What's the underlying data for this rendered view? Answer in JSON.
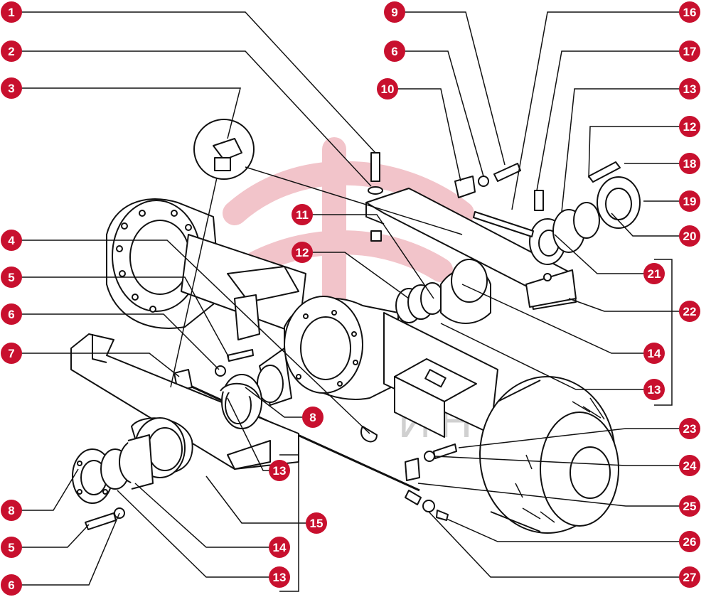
{
  "callouts": [
    {
      "id": "c-left-1",
      "label": "1"
    },
    {
      "id": "c-left-2",
      "label": "2"
    },
    {
      "id": "c-left-3",
      "label": "3"
    },
    {
      "id": "c-left-4",
      "label": "4"
    },
    {
      "id": "c-left-5a",
      "label": "5"
    },
    {
      "id": "c-left-6a",
      "label": "6"
    },
    {
      "id": "c-left-7",
      "label": "7"
    },
    {
      "id": "c-left-8b",
      "label": "8"
    },
    {
      "id": "c-left-5b",
      "label": "5"
    },
    {
      "id": "c-left-6b",
      "label": "6"
    },
    {
      "id": "c-top-9",
      "label": "9"
    },
    {
      "id": "c-top-6",
      "label": "6"
    },
    {
      "id": "c-top-10",
      "label": "10"
    },
    {
      "id": "c-mid-11",
      "label": "11"
    },
    {
      "id": "c-mid-12",
      "label": "12"
    },
    {
      "id": "c-mid-8",
      "label": "8"
    },
    {
      "id": "c-mid-13",
      "label": "13"
    },
    {
      "id": "c-bot-15",
      "label": "15"
    },
    {
      "id": "c-bot-14",
      "label": "14"
    },
    {
      "id": "c-bot-13",
      "label": "13"
    },
    {
      "id": "c-right-16",
      "label": "16"
    },
    {
      "id": "c-right-17",
      "label": "17"
    },
    {
      "id": "c-right-13a",
      "label": "13"
    },
    {
      "id": "c-right-12",
      "label": "12"
    },
    {
      "id": "c-right-18",
      "label": "18"
    },
    {
      "id": "c-right-19",
      "label": "19"
    },
    {
      "id": "c-right-20",
      "label": "20"
    },
    {
      "id": "c-right-21",
      "label": "21"
    },
    {
      "id": "c-right-22",
      "label": "22"
    },
    {
      "id": "c-right-14",
      "label": "14"
    },
    {
      "id": "c-right-13b",
      "label": "13"
    },
    {
      "id": "c-right-23",
      "label": "23"
    },
    {
      "id": "c-right-24",
      "label": "24"
    },
    {
      "id": "c-right-25",
      "label": "25"
    },
    {
      "id": "c-right-26",
      "label": "26"
    },
    {
      "id": "c-right-27",
      "label": "27"
    }
  ],
  "watermark": {
    "text": "ИНТЕХ"
  },
  "colors": {
    "callout_fill": "#c8102e",
    "callout_text": "#ffffff",
    "line": "#111111",
    "watermark": "#e8a0a8"
  }
}
